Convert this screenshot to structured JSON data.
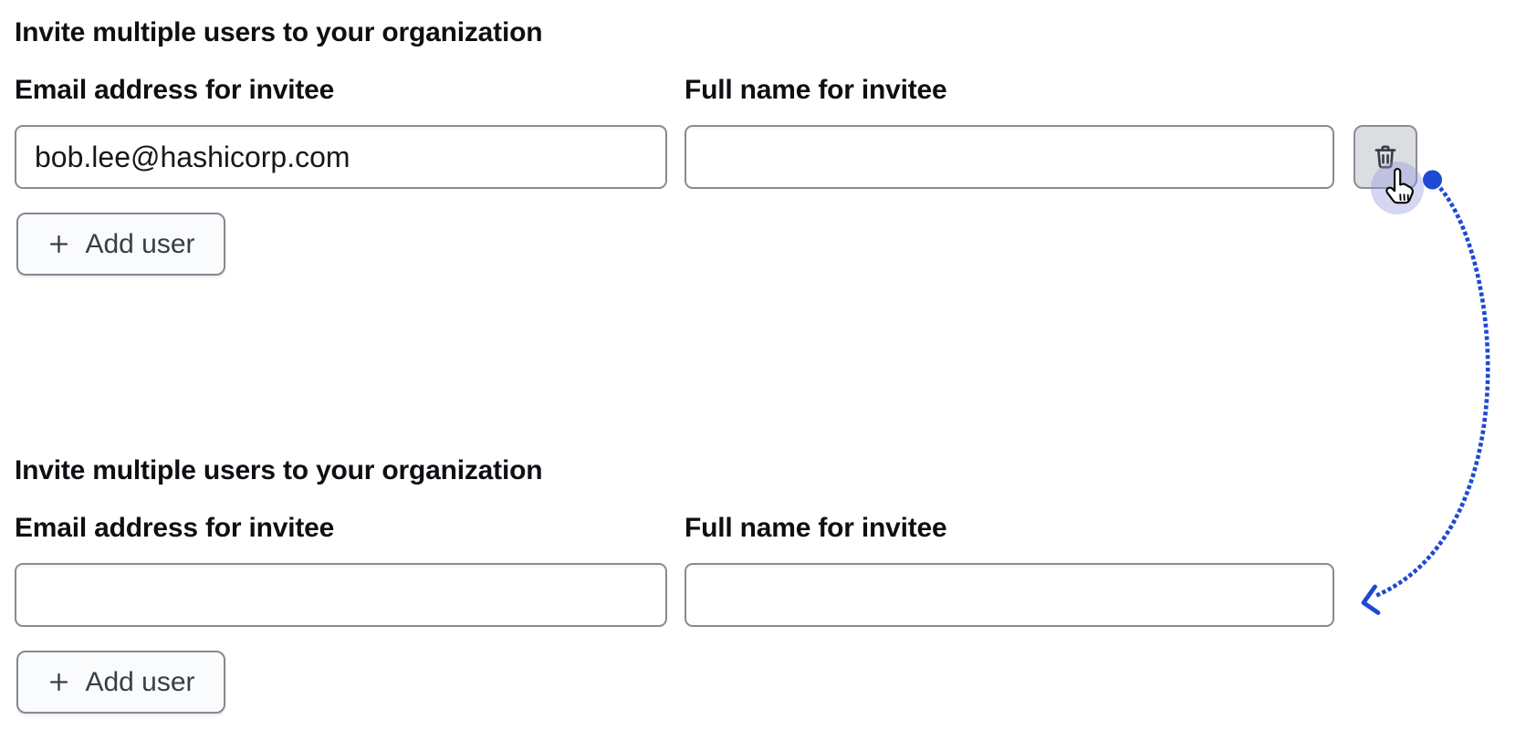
{
  "colors": {
    "accent_blue": "#1d49d3",
    "input_border": "#878b95",
    "button_border": "#858992",
    "button_background": "#fafbfc",
    "delete_button_background": "#dbdde1",
    "icon_color": "#3b3d45",
    "text_strong": "#0e0f13",
    "cursor_halo": "rgba(150,152,222,0.40)"
  },
  "sections": [
    {
      "heading": "Invite multiple users to your organization",
      "fields": [
        {
          "label": "Email address for invitee",
          "value": "bob.lee@hashicorp.com"
        },
        {
          "label": "Full name for invitee",
          "value": ""
        }
      ],
      "add_user_label": "Add user"
    },
    {
      "heading": "Invite multiple users to your organization",
      "fields": [
        {
          "label": "Email address for invitee",
          "value": ""
        },
        {
          "label": "Full name for invitee",
          "value": ""
        }
      ],
      "add_user_label": "Add user"
    }
  ],
  "icons": {
    "trash": "trash-icon",
    "plus": "plus-icon",
    "pointer": "pointer-hand-cursor",
    "arrow": "dotted-arrow"
  }
}
